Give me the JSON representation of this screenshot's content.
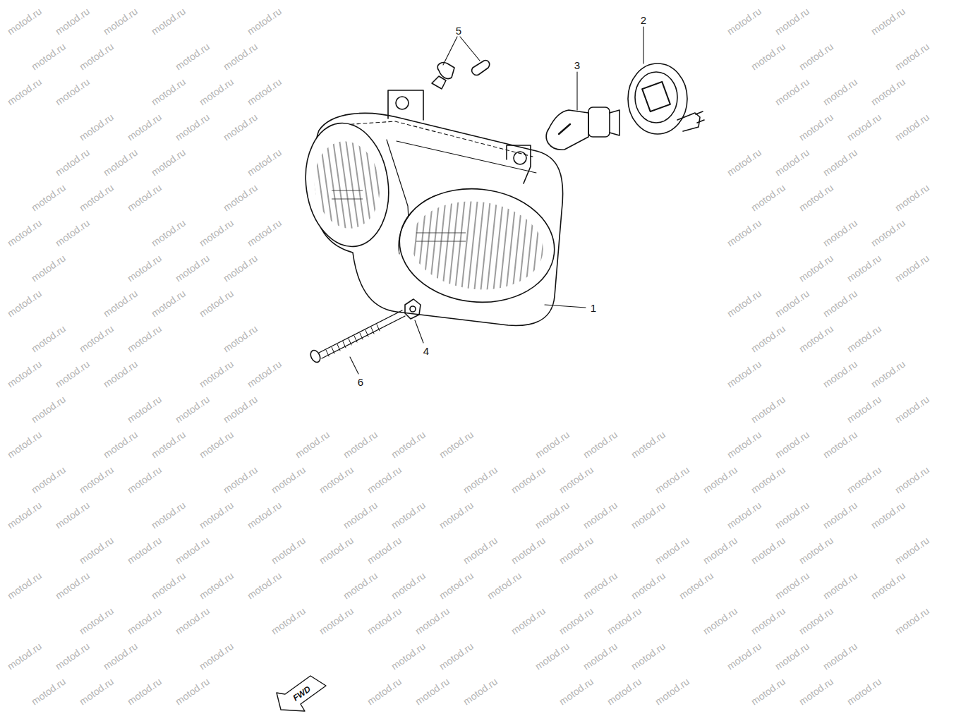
{
  "diagram": {
    "labels": [
      "5",
      "2",
      "3",
      "1",
      "4",
      "6",
      "FWD",
      "motod.ru",
      "motod.ru",
      "motod.ru",
      "motod.ru",
      "motod.ru",
      "motod.ru",
      "motod.ru",
      "motod.ru",
      "motod.ru",
      "motod.ru",
      "motod.ru",
      "motod.ru",
      "motod.ru",
      "motod.ru",
      "motod.ru",
      "motod.ru",
      "motod.ru",
      "motod.ru",
      "motod.ru",
      "motod.ru",
      "motod.ru",
      "motod.ru",
      "motod.ru",
      "motod.ru",
      "motod.ru",
      "motod.ru",
      "motod.ru",
      "motod.ru",
      "motod.ru",
      "motod.ru",
      "motod.ru",
      "motod.ru",
      "motod.ru",
      "motod.ru",
      "motod.ru",
      "motod.ru",
      "motod.ru",
      "motod.ru",
      "motod.ru",
      "motod.ru",
      "motod.ru",
      "motod.ru",
      "motod.ru",
      "motod.ru",
      "motod.ru",
      "motod.ru",
      "motod.ru",
      "motod.ru",
      "motod.ru",
      "motod.ru",
      "motod.ru",
      "motod.ru",
      "motod.ru",
      "motod.ru",
      "motod.ru",
      "motod.ru",
      "motod.ru",
      "motod.ru",
      "motod.ru",
      "motod.ru",
      "motod.ru",
      "motod.ru",
      "motod.ru",
      "motod.ru",
      "motod.ru",
      "motod.ru",
      "motod.ru",
      "motod.ru",
      "motod.ru",
      "motod.ru",
      "motod.ru",
      "motod.ru",
      "motod.ru",
      "motod.ru",
      "motod.ru",
      "motod.ru",
      "motod.ru",
      "motod.ru",
      "motod.ru",
      "motod.ru",
      "motod.ru",
      "motod.ru",
      "motod.ru",
      "motod.ru",
      "motod.ru",
      "motod.ru",
      "motod.ru",
      "motod.ru",
      "motod.ru",
      "motod.ru",
      "motod.ru",
      "motod.ru",
      "motod.ru",
      "motod.ru",
      "motod.ru",
      "motod.ru",
      "motod.ru",
      "motod.ru",
      "motod.ru",
      "motod.ru",
      "motod.ru",
      "motod.ru",
      "motod.ru",
      "motod.ru",
      "motod.ru",
      "motod.ru",
      "motod.ru",
      "motod.ru",
      "motod.ru",
      "motod.ru",
      "motod.ru",
      "motod.ru",
      "motod.ru",
      "motod.ru",
      "motod.ru",
      "motod.ru",
      "motod.ru",
      "motod.ru",
      "motod.ru",
      "motod.ru",
      "motod.ru",
      "motod.ru",
      "motod.ru",
      "motod.ru",
      "motod.ru",
      "motod.ru",
      "motod.ru",
      "motod.ru",
      "motod.ru",
      "motod.ru",
      "motod.ru",
      "motod.ru",
      "motod.ru",
      "motod.ru",
      "motod.ru",
      "motod.ru",
      "motod.ru",
      "motod.ru",
      "motod.ru",
      "motod.ru",
      "motod.ru",
      "motod.ru",
      "motod.ru",
      "motod.ru",
      "motod.ru",
      "motod.ru",
      "motod.ru",
      "motod.ru",
      "motod.ru",
      "motod.ru",
      "motod.ru",
      "motod.ru",
      "motod.ru",
      "motod.ru",
      "motod.ru",
      "motod.ru",
      "motod.ru",
      "motod.ru",
      "motod.ru",
      "motod.ru",
      "motod.ru",
      "motod.ru",
      "motod.ru",
      "motod.ru",
      "motod.ru",
      "motod.ru",
      "motod.ru",
      "motod.ru",
      "motod.ru",
      "motod.ru",
      "motod.ru",
      "motod.ru",
      "motod.ru",
      "motod.ru",
      "motod.ru",
      "motod.ru",
      "motod.ru",
      "motod.ru",
      "motod.ru",
      "motod.ru",
      "motod.ru",
      "motod.ru",
      "motod.ru",
      "motod.ru",
      "motod.ru",
      "motod.ru",
      "motod.ru",
      "motod.ru",
      "motod.ru",
      "motod.ru",
      "motod.ru",
      "motod.ru",
      "motod.ru",
      "motod.ru",
      "motod.ru",
      "motod.ru",
      "motod.ru",
      "motod.ru",
      "motod.ru",
      "motod.ru"
    ]
  }
}
